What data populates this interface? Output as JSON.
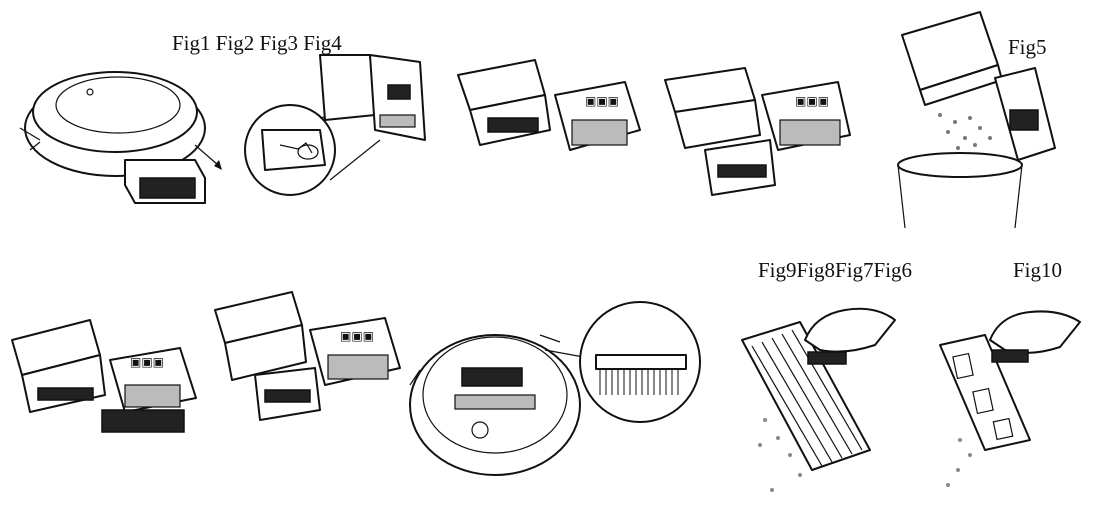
{
  "labels": {
    "top_row": "Fig1 Fig2 Fig3 Fig4",
    "fig5": "Fig5",
    "bottom_row": "Fig9Fig8Fig7Fig6",
    "fig10": "Fig10"
  },
  "icons": {
    "fig1": "robot-vacuum-removing-dustbin",
    "fig2": "dustbin-release-button-closeup",
    "fig3": "dustbin-opened-lid",
    "fig4": "dustbin-filter-removed",
    "fig5": "dustbin-emptying-into-bin",
    "fig6": "dustbin-hepa-filter-removed",
    "fig7": "dustbin-sponge-filter-removed",
    "fig8": "robot-underside-brush-closeup",
    "fig9": "brushing-mesh-filter",
    "fig10": "brushing-hepa-filter"
  }
}
